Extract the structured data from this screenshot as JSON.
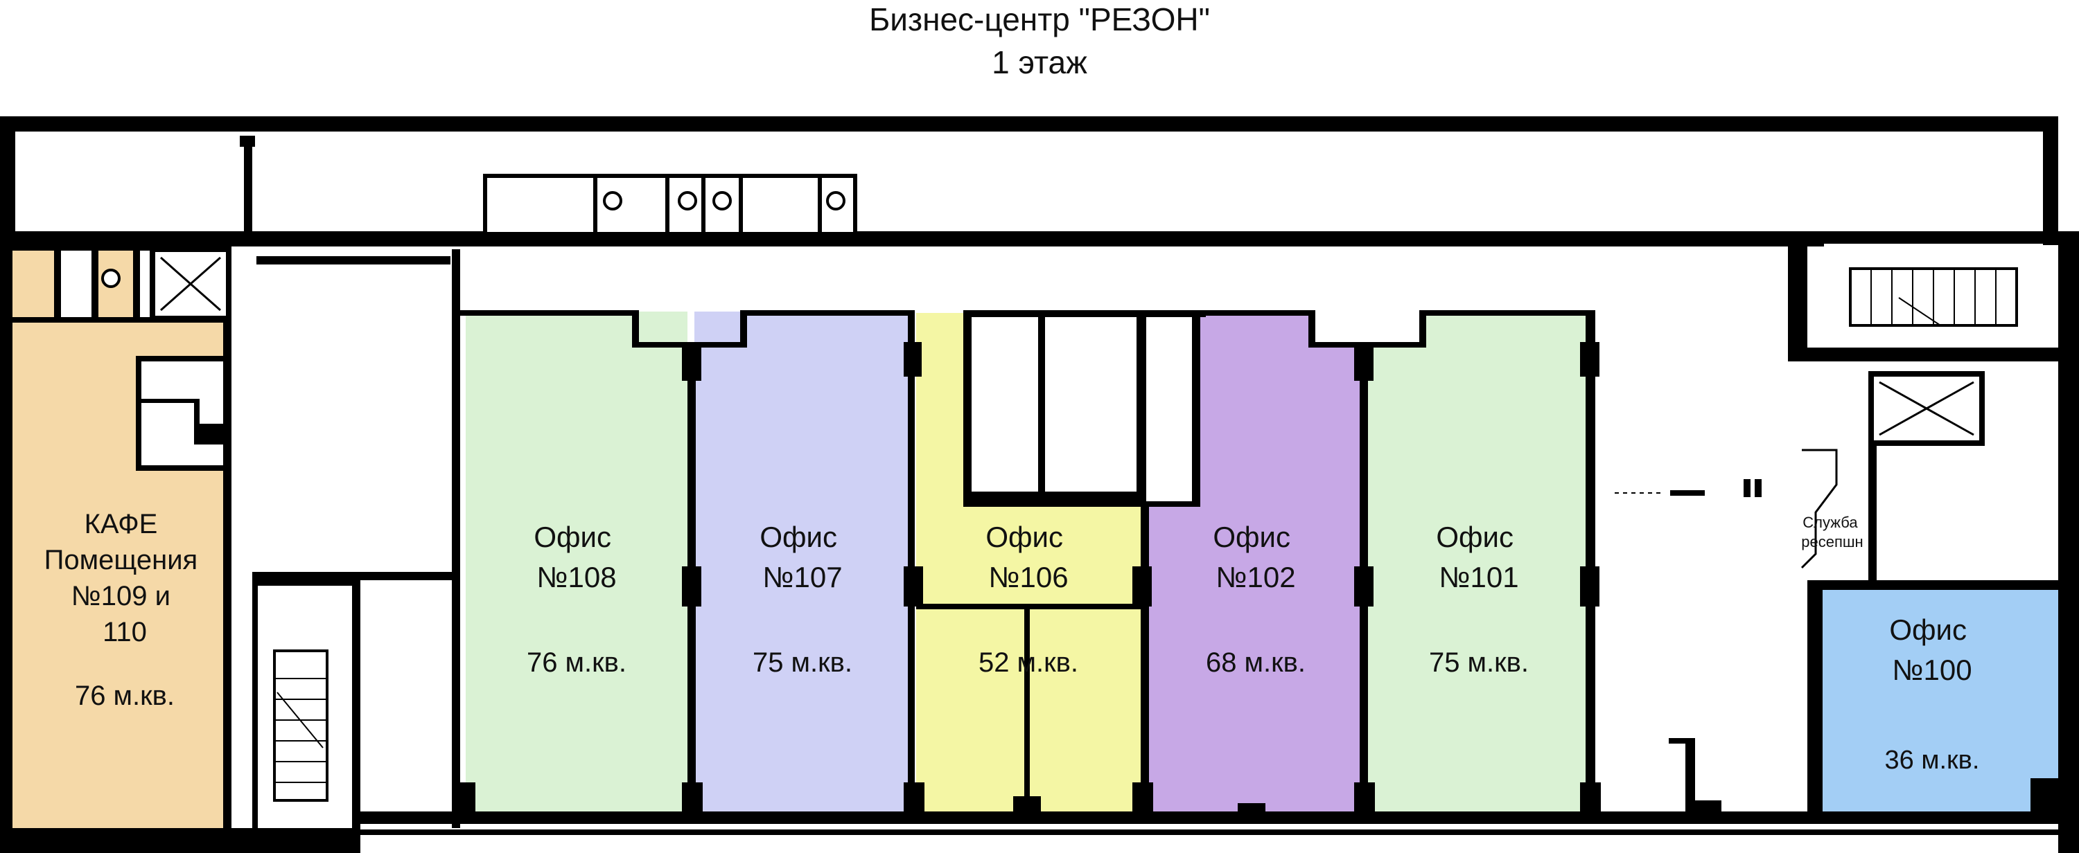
{
  "header": {
    "title": "Бизнес-центр \"РЕЗОН\"",
    "floor": "1 этаж"
  },
  "colors": {
    "wall": "#000000",
    "corridor": "#ffffff",
    "cafe": "#f5d9a8",
    "office_green": "#daf2d4",
    "office_lavender": "#cfd1f5",
    "office_yellow": "#f4f6a4",
    "office_purple": "#c7a8e6",
    "office_blue": "#a3cef5"
  },
  "rooms": [
    {
      "id": "cafe",
      "label_lines": [
        "КАФЕ",
        "Помещения",
        "№109 и",
        "110"
      ],
      "area": "76 м.кв.",
      "color": "#f5d9a8"
    },
    {
      "id": "office-108",
      "label_lines": [
        "Офис",
        "№108"
      ],
      "area": "76 м.кв.",
      "color": "#daf2d4"
    },
    {
      "id": "office-107",
      "label_lines": [
        "Офис",
        "№107"
      ],
      "area": "75 м.кв.",
      "color": "#cfd1f5"
    },
    {
      "id": "office-106",
      "label_lines": [
        "Офис",
        "№106"
      ],
      "area": "52 м.кв.",
      "color": "#f4f6a4"
    },
    {
      "id": "office-102",
      "label_lines": [
        "Офис",
        "№102"
      ],
      "area": "68 м.кв.",
      "color": "#c7a8e6"
    },
    {
      "id": "office-101",
      "label_lines": [
        "Офис",
        "№101"
      ],
      "area": "75 м.кв.",
      "color": "#daf2d4"
    },
    {
      "id": "office-100",
      "label_lines": [
        "Офис",
        "№100"
      ],
      "area": "36 м.кв.",
      "color": "#a3cef5"
    }
  ],
  "reception": {
    "label_lines": [
      "Служба",
      "ресепшн"
    ]
  }
}
